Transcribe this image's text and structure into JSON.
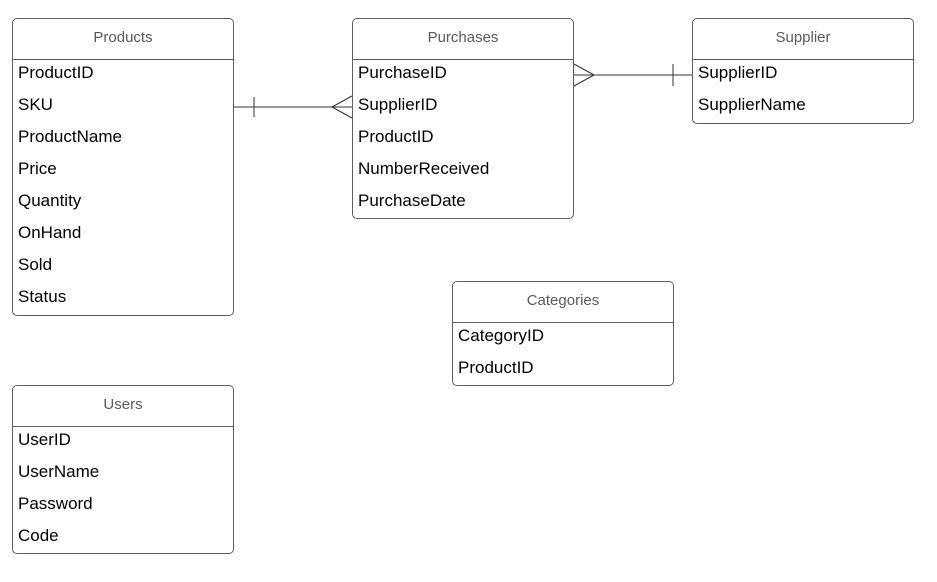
{
  "entities": {
    "products": {
      "title": "Products",
      "fields": [
        "ProductID",
        "SKU",
        "ProductName",
        "Price",
        "Quantity",
        "OnHand",
        "Sold",
        "Status"
      ]
    },
    "purchases": {
      "title": "Purchases",
      "fields": [
        "PurchaseID",
        "SupplierID",
        "ProductID",
        "NumberReceived",
        "PurchaseDate"
      ]
    },
    "supplier": {
      "title": "Supplier",
      "fields": [
        "SupplierID",
        "SupplierName"
      ]
    },
    "categories": {
      "title": "Categories",
      "fields": [
        "CategoryID",
        "ProductID"
      ]
    },
    "users": {
      "title": "Users",
      "fields": [
        "UserID",
        "UserName",
        "Password",
        "Code"
      ]
    }
  },
  "relationships": [
    {
      "from": "Products",
      "to": "Purchases",
      "from_end": "one",
      "to_end": "many"
    },
    {
      "from": "Purchases",
      "to": "Supplier",
      "from_end": "many",
      "to_end": "one"
    }
  ],
  "colors": {
    "border": "#5f5f5f",
    "header_text": "#5a5a5a",
    "field_text": "#000000",
    "line": "#333333"
  }
}
